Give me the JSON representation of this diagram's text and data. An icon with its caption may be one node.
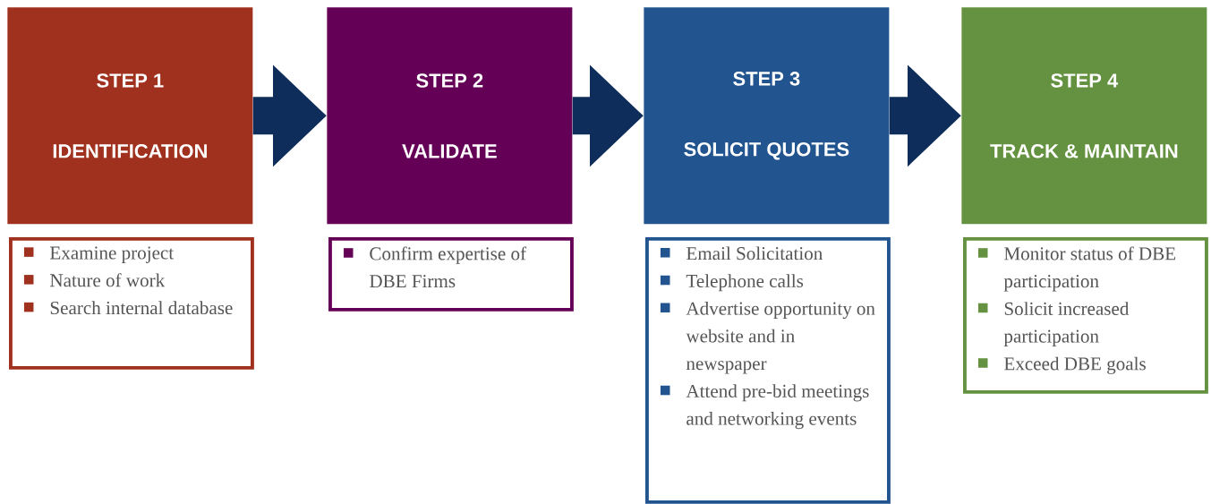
{
  "diagram": {
    "nodes": [
      {
        "text": [
          "STEP 1",
          "IDENTIFICATION"
        ]
      },
      {
        "text": [
          "STEP 2",
          "VALIDATE"
        ]
      },
      {
        "text": [
          "STEP 3",
          "SOLICIT QUOTES"
        ]
      },
      {
        "text": [
          "STEP 4",
          "TRACK & MAINTAIN"
        ]
      },
      {
        "text": [
          "Examine project",
          "Nature of work",
          "Search internal database"
        ]
      },
      {
        "text": [
          "Confirm expertise of DBE Firms"
        ]
      },
      {
        "text": [
          "Email Solicitation",
          "Telephone calls",
          "Advertise opportunity on website and in newspaper",
          "Attend pre-bid meetings and networking events"
        ]
      },
      {
        "text": [
          "Monitor status of DBE participation",
          "Solicit increased participation",
          "Exceed DBE goals"
        ]
      }
    ],
    "edges": [
      {
        "from": 0,
        "to": 1,
        "arrow": "to"
      },
      {
        "from": 1,
        "to": 2,
        "arrow": "to"
      },
      {
        "from": 2,
        "to": 3,
        "arrow": "to"
      }
    ]
  }
}
